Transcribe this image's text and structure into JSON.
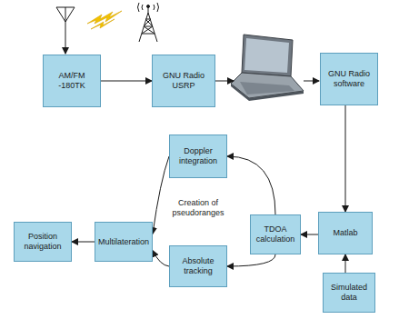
{
  "diagram": {
    "nodes": [
      {
        "text": [
          "AM/FM -180TK"
        ]
      },
      {
        "text": [
          "GNU Radio USRP"
        ]
      },
      {
        "text": [
          "GNU Radio software"
        ]
      },
      {
        "text": [
          "Doppler integration"
        ]
      },
      {
        "text": [
          "Position navigation"
        ]
      },
      {
        "text": [
          "Multilateration"
        ]
      },
      {
        "text": [
          "TDOA calculation"
        ]
      },
      {
        "text": [
          "Matlab"
        ]
      },
      {
        "text": [
          "Absolute tracking"
        ]
      },
      {
        "text": [
          "Simulated data"
        ]
      }
    ],
    "edges": [
      {
        "from": 0,
        "to": 1,
        "arrow": "to"
      },
      {
        "from": 2,
        "to": 7,
        "arrow": "to"
      },
      {
        "from": 9,
        "to": 7,
        "arrow": "to"
      },
      {
        "from": 7,
        "to": 6,
        "arrow": "to"
      },
      {
        "from": 6,
        "to": 3,
        "arrow": "to"
      },
      {
        "from": 6,
        "to": 8,
        "arrow": "to"
      },
      {
        "from": 3,
        "to": 5,
        "arrow": "to"
      },
      {
        "from": 8,
        "to": 5,
        "arrow": "to"
      },
      {
        "from": 5,
        "to": 4,
        "arrow": "to"
      }
    ],
    "labels": [
      "Creation of pseudoranges"
    ]
  }
}
